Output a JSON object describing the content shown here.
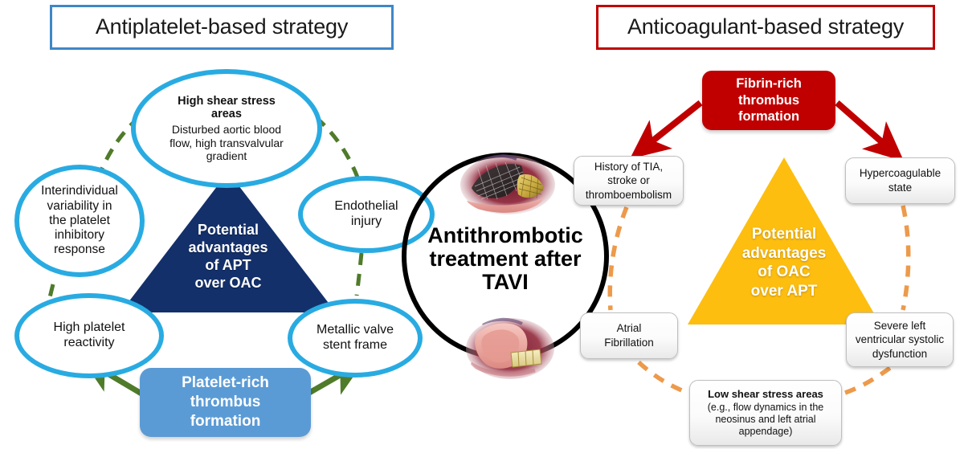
{
  "headers": {
    "left": "Antiplatelet-based strategy",
    "right": "Anticoagulant-based strategy",
    "left_border_color": "#3f87c6",
    "right_border_color": "#c00000"
  },
  "center": {
    "title_line1": "Antithrombotic",
    "title_line2": "treatment after",
    "title_line3": "TAVI",
    "circle_color": "#000000",
    "image_top_alt": "transcatheter-valve-stent-frame-illustration",
    "image_bottom_alt": "implanted-bioprosthetic-valve-illustration"
  },
  "left_strategy": {
    "triangle": {
      "fill": "#13306B",
      "line1": "Potential",
      "line2": "advantages",
      "line3": "of APT",
      "line4": "over OAC"
    },
    "ellipse_color": "#29ABE2",
    "connector_color": "#4F7B2A",
    "ellipses": [
      {
        "id": "high-shear-stress-areas",
        "heading_line1": "High shear stress",
        "heading_line2": "areas",
        "sub_line1": "Disturbed aortic blood",
        "sub_line2": "flow, high transvalvular",
        "sub_line3": "gradient"
      },
      {
        "id": "interindividual-variability",
        "line1": "Interindividual",
        "line2": "variability in",
        "line3": "the platelet",
        "line4": "inhibitory",
        "line5": "response"
      },
      {
        "id": "high-platelet-reactivity",
        "line1": "High platelet",
        "line2": "reactivity"
      },
      {
        "id": "endothelial-injury",
        "line1": "Endothelial",
        "line2": "injury"
      },
      {
        "id": "metallic-valve-stent-frame",
        "line1": "Metallic valve",
        "line2": "stent frame"
      }
    ],
    "outcome_box": {
      "fill": "#5B9BD5",
      "line1": "Platelet-rich",
      "line2": "thrombus",
      "line3": "formation"
    }
  },
  "right_strategy": {
    "triangle": {
      "fill": "#FDBE10",
      "line1": "Potential",
      "line2": "advantages",
      "line3": "of OAC",
      "line4": "over APT"
    },
    "connector_color": "#ED9A4B",
    "outcome_box": {
      "fill": "#C00000",
      "line1": "Fibrin-rich",
      "line2": "thrombus",
      "line3": "formation"
    },
    "boxes": [
      {
        "id": "history-of-tia-stroke-thromboembolism",
        "line1": "History of TIA,",
        "line2": "stroke or",
        "line3": "thromboembolism"
      },
      {
        "id": "hypercoagulable-state",
        "line1": "Hypercoagulable",
        "line2": "state"
      },
      {
        "id": "atrial-fibrillation",
        "line1": "Atrial",
        "line2": "Fibrillation"
      },
      {
        "id": "severe-left-ventricular-systolic-dysfunction",
        "line1": "Severe left",
        "line2": "ventricular systolic",
        "line3": "dysfunction"
      },
      {
        "id": "low-shear-stress-areas",
        "heading": "Low shear stress areas",
        "line1": "(e.g., flow dynamics in the",
        "line2": "neosinus and left atrial",
        "line3": "appendage)"
      }
    ]
  }
}
